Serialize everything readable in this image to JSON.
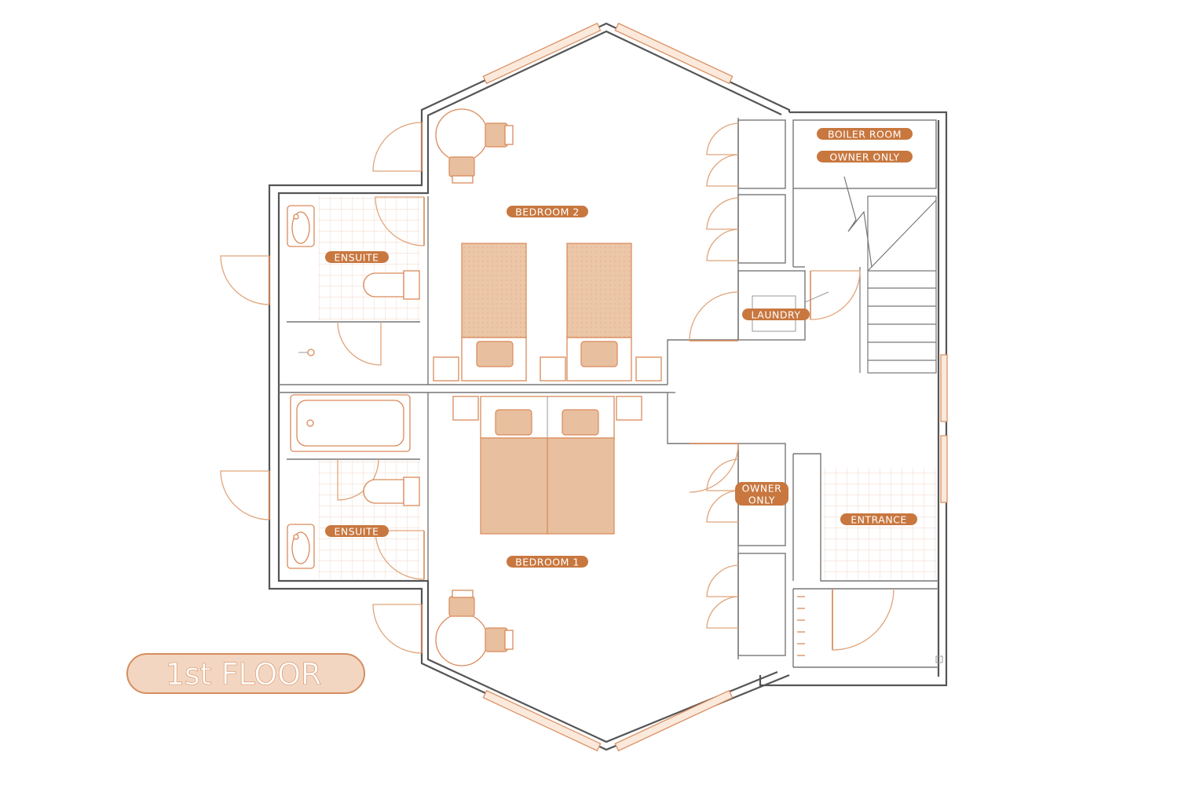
{
  "floor_label": "1st FLOOR",
  "rooms": {
    "bedroom_2": "BEDROOM 2",
    "bedroom_1": "BEDROOM 1",
    "ensuite_top": "ENSUITE",
    "ensuite_bottom": "ENSUITE",
    "boiler_room": "BOILER ROOM",
    "boiler_owner_only": "OWNER ONLY",
    "laundry": "LAUNDRY",
    "owner_only_line1": "OWNER",
    "owner_only_line2": "ONLY",
    "entrance": "ENTRANCE"
  },
  "colors": {
    "accent": "#c8773f",
    "furniture": "#e8c09f",
    "wall": "#555555"
  }
}
